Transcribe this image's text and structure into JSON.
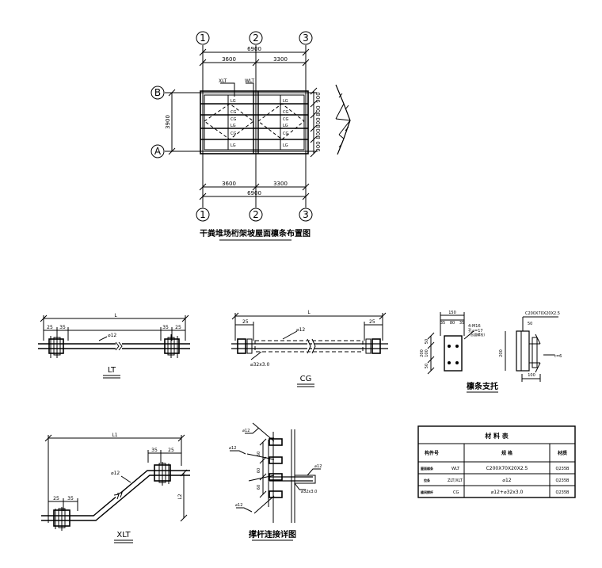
{
  "plan": {
    "axes": {
      "a1": "1",
      "a2": "2",
      "a3": "3",
      "rowB": "B",
      "rowA": "A"
    },
    "top_total": "6900",
    "top_left": "3600",
    "top_right": "3300",
    "bot_total": "6900",
    "bot_left": "3600",
    "bot_right": "3300",
    "depth": "3900",
    "right_dims": [
      "900",
      "800",
      "800",
      "800",
      "900"
    ],
    "xlt_label": "XLT",
    "wlt_label": "WLT",
    "lg": "LG",
    "cg": "CG",
    "caption": "干粪堆场桁架坡屋面檩条布置图"
  },
  "lt": {
    "dim_L": "L",
    "d25a": "25",
    "d35a": "35",
    "d35b": "35",
    "d25b": "25",
    "rod": "⌀12",
    "caption": "LT"
  },
  "cg_detail": {
    "dim_L": "L",
    "d25a": "25",
    "d25b": "25",
    "rod": "⌀12",
    "tube": "⌀32x3.0",
    "caption": "CG"
  },
  "support": {
    "d150": "150",
    "d35": "35",
    "d80": "80",
    "d35b": "35",
    "bolt": "4-M16",
    "hole": "孔⌀=17",
    "hole_note": "(长圆螺栓)",
    "v50": "50",
    "v100": "100",
    "v50b": "50",
    "v200": "200",
    "section": "C200X70X20X2.5",
    "s50": "50",
    "s200": "200",
    "s100": "100",
    "t6": "t=6",
    "caption": "檩条支托"
  },
  "xlt": {
    "dim_L1": "L1",
    "d35": "35",
    "d25": "25",
    "d25b": "25",
    "d35b": "35",
    "rod": "⌀12",
    "dim_L2": "L2",
    "caption": "XLT"
  },
  "brace": {
    "r1": "⌀12",
    "r2": "⌀12",
    "r3": "⌀12",
    "r4": "⌀12",
    "tube": "⌀32x3.0",
    "v60a": "60",
    "v60b": "60",
    "v60c": "60",
    "caption": "撑杆连接详图"
  },
  "table": {
    "title": "材 料 表",
    "headers": [
      "构件号",
      "规  格",
      "材质"
    ],
    "rows": [
      {
        "name": "屋面檩条",
        "code": "WLT",
        "spec": "C200X70X20X2.5",
        "mat": "Q235B"
      },
      {
        "name": "拉条",
        "code": "ZLT/XLT",
        "spec": "⌀12",
        "mat": "Q235B"
      },
      {
        "name": "檩间撑杆",
        "code": "CG",
        "spec": "⌀12+⌀32x3.0",
        "mat": "Q235B"
      }
    ]
  }
}
